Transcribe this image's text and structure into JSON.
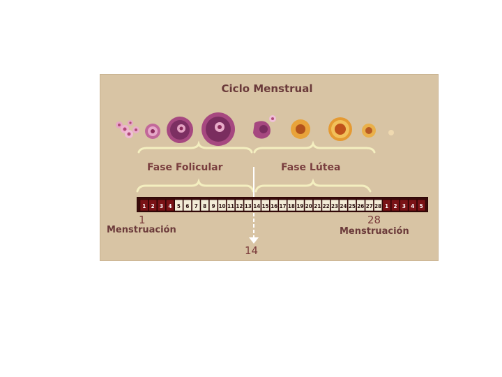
{
  "title": "Ciclo Menstrual",
  "phases": {
    "follicular": "Fase Folicular",
    "luteal": "Fase Lútea"
  },
  "labels": {
    "day1": "1",
    "day28": "28",
    "menstruation_left": "Menstruación",
    "menstruation_right": "Menstruación",
    "day14": "14"
  },
  "calendar": {
    "days": [
      "1",
      "2",
      "3",
      "4",
      "5",
      "6",
      "7",
      "8",
      "9",
      "10",
      "11",
      "12",
      "13",
      "14",
      "15",
      "16",
      "17",
      "18",
      "19",
      "20",
      "21",
      "22",
      "23",
      "24",
      "25",
      "26",
      "27",
      "28",
      "1",
      "2",
      "3",
      "4",
      "5"
    ],
    "menstrual_flags": [
      true,
      true,
      true,
      true,
      false,
      false,
      false,
      false,
      false,
      false,
      false,
      false,
      false,
      false,
      false,
      false,
      false,
      false,
      false,
      false,
      false,
      false,
      false,
      false,
      false,
      false,
      false,
      false,
      true,
      true,
      true,
      true,
      true
    ]
  },
  "colors": {
    "panel": "#d8c4a4",
    "menstrual": "#7a1216",
    "normal": "#f3ecd7",
    "text": "#6b3a3a",
    "brace": "#f4efc0"
  }
}
